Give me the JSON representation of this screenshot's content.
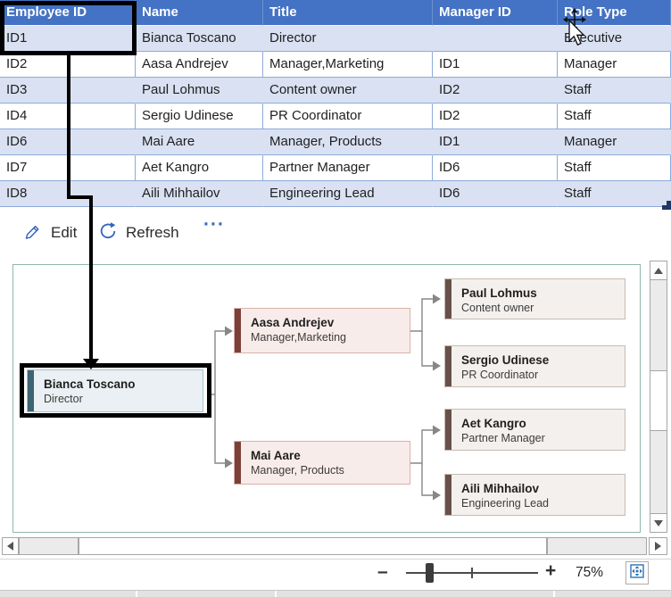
{
  "table": {
    "columns": [
      "Employee ID",
      "Name",
      "Title",
      "Manager ID",
      "Role Type"
    ],
    "rows": [
      [
        "ID1",
        "Bianca Toscano",
        "Director",
        "",
        "Executive"
      ],
      [
        "ID2",
        "Aasa Andrejev",
        "Manager,Marketing",
        "ID1",
        "Manager"
      ],
      [
        "ID3",
        "Paul Lohmus",
        "Content owner",
        "ID2",
        "Staff"
      ],
      [
        "ID4",
        "Sergio Udinese",
        "PR Coordinator",
        "ID2",
        "Staff"
      ],
      [
        "ID6",
        "Mai Aare",
        "Manager, Products",
        "ID1",
        "Manager"
      ],
      [
        "ID7",
        "Aet Kangro",
        "Partner Manager",
        "ID6",
        "Staff"
      ],
      [
        "ID8",
        "Aili Mihhailov",
        "Engineering Lead",
        "ID6",
        "Staff"
      ]
    ]
  },
  "toolbar": {
    "edit_label": "Edit",
    "refresh_label": "Refresh",
    "more_label": "···"
  },
  "org_chart": {
    "nodes": [
      {
        "name": "Bianca Toscano",
        "title": "Director",
        "type": "executive"
      },
      {
        "name": "Aasa Andrejev",
        "title": "Manager,Marketing",
        "type": "manager"
      },
      {
        "name": "Mai Aare",
        "title": "Manager, Products",
        "type": "manager"
      },
      {
        "name": "Paul Lohmus",
        "title": "Content owner",
        "type": "staff"
      },
      {
        "name": "Sergio Udinese",
        "title": "PR Coordinator",
        "type": "staff"
      },
      {
        "name": "Aet Kangro",
        "title": "Partner Manager",
        "type": "staff"
      },
      {
        "name": "Aili Mihhailov",
        "title": "Engineering Lead",
        "type": "staff"
      }
    ]
  },
  "zoom_bar": {
    "minus_label": "–",
    "plus_label": "+",
    "zoom_level": "75%"
  },
  "colors": {
    "header-blue": "#4472C4",
    "band-blue": "#D9E1F2",
    "table-border": "#8EAADB",
    "accent-blue": "#3565BE",
    "teal-border": "#8FB8A9",
    "connector-gray": "#878787",
    "exec-bar": "#3E6474",
    "exec-fill": "#EAF0F3",
    "exec-border": "#A8C2CE",
    "mgr-bar": "#7C4038",
    "mgr-fill": "#F8ECEA",
    "mgr-border": "#D8B2AA",
    "staff-bar": "#675148",
    "staff-fill": "#F4F0ED",
    "staff-border": "#C6BBB2",
    "fit-blue": "#2E75B6",
    "handle-navy": "#1F3864",
    "sb-track": "#EBEBEB",
    "sb-border": "#A6A6A6"
  }
}
